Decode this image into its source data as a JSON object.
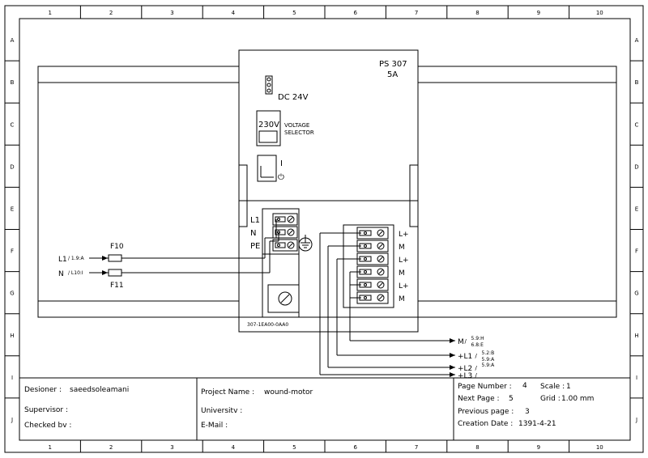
{
  "grid": {
    "columns": [
      "1",
      "2",
      "3",
      "4",
      "5",
      "6",
      "7",
      "8",
      "9",
      "10"
    ],
    "rows": [
      "A",
      "B",
      "C",
      "D",
      "E",
      "F",
      "G",
      "H",
      "I",
      "J"
    ]
  },
  "module": {
    "name": "PS 307",
    "rating": "5A",
    "dc_label": "DC 24V",
    "voltage_value": "230V",
    "voltage_text_1": "VOLTAGE",
    "voltage_text_2": "SELECTOR",
    "switch_on": "I",
    "switch_standby": "⏻",
    "order_number": "307-1EA00-0AA0"
  },
  "input_terminals": [
    "L1",
    "N",
    "PE"
  ],
  "output_terminals": [
    "L+",
    "M",
    "L+",
    "M",
    "L+",
    "M"
  ],
  "left_lines": [
    {
      "name": "L1",
      "ref": "/ 1.9:A",
      "fuse": "F10"
    },
    {
      "name": "N",
      "ref": "/ L10:I",
      "fuse": "F11"
    }
  ],
  "outputs": [
    {
      "name": "M",
      "ref_top": "5.9:H",
      "ref_bottom": "6.8:E"
    },
    {
      "name": "+L1",
      "ref_top": "5.2:B",
      "ref_bottom": "5.9:A"
    },
    {
      "name": "+L2",
      "ref_top": "5.9:A",
      "ref_bottom": ""
    },
    {
      "name": "+L3",
      "ref_top": "",
      "ref_bottom": ""
    }
  ],
  "title_block": {
    "designer_label": "Desioner :",
    "designer_value": "saeedsoleamani",
    "supervisor_label": "Supervisor :",
    "checked_label": "Checked bv :",
    "project_label": "Project Name :",
    "project_value": "wound-motor",
    "university_label": "Universitv :",
    "email_label": "E-Mail :",
    "page_number_label": "Page Number :",
    "page_number_value": "4",
    "scale_label": "Scale :",
    "scale_value": "1",
    "next_page_label": "Next Page :",
    "next_page_value": "5",
    "grid_label": "Grid :",
    "grid_value": "1.00 mm",
    "previous_page_label": "Previous page :",
    "previous_page_value": "3",
    "creation_date_label": "Creation Date :",
    "creation_date_value": "1391-4-21"
  }
}
